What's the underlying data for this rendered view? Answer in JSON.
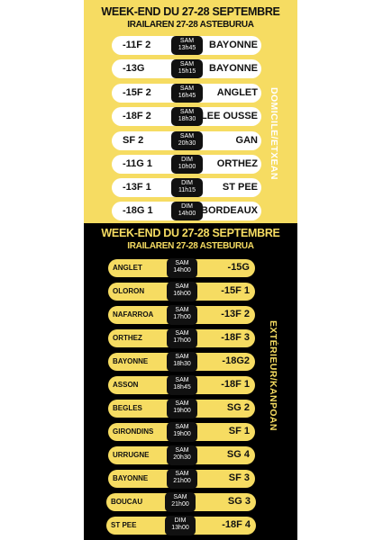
{
  "home": {
    "title_line1": "WEEK-END DU 27-28 SEPTEMBRE",
    "title_line2": "IRAILAREN 27-28 ASTEBURUA",
    "side_label": "DOMICILE/ETXEAN",
    "matches": [
      {
        "category": "-11F 2",
        "day": "SAM",
        "time": "13h45",
        "opponent": "BAYONNE"
      },
      {
        "category": "-13G",
        "day": "SAM",
        "time": "15h15",
        "opponent": "BAYONNE"
      },
      {
        "category": "-15F 2",
        "day": "SAM",
        "time": "16h45",
        "opponent": "ANGLET"
      },
      {
        "category": "-18F 2",
        "day": "SAM",
        "time": "18h30",
        "opponent": "LEE OUSSE"
      },
      {
        "category": "SF 2",
        "day": "SAM",
        "time": "20h30",
        "opponent": "GAN"
      },
      {
        "category": "-11G 1",
        "day": "DIM",
        "time": "10h00",
        "opponent": "ORTHEZ"
      },
      {
        "category": "-13F 1",
        "day": "DIM",
        "time": "11h15",
        "opponent": "ST PEE"
      },
      {
        "category": "-18G 1",
        "day": "DIM",
        "time": "14h00",
        "opponent": "BORDEAUX"
      }
    ]
  },
  "away": {
    "title_line1": "WEEK-END DU 27-28 SEPTEMBRE",
    "title_line2": "IRAILAREN 27-28 ASTEBURUA",
    "side_label": "EXTÉRIEUR/KANPOAN",
    "matches": [
      {
        "opponent": "ANGLET",
        "day": "SAM",
        "time": "14h00",
        "category": "-15G"
      },
      {
        "opponent": "OLORON",
        "day": "SAM",
        "time": "16h00",
        "category": "-15F 1"
      },
      {
        "opponent": "NAFARROA",
        "day": "SAM",
        "time": "17h00",
        "category": "-13F 2"
      },
      {
        "opponent": "ORTHEZ",
        "day": "SAM",
        "time": "17h00",
        "category": "-18F 3"
      },
      {
        "opponent": "BAYONNE",
        "day": "SAM",
        "time": "18h30",
        "category": "-18G2"
      },
      {
        "opponent": "ASSON",
        "day": "SAM",
        "time": "18h45",
        "category": "-18F 1"
      },
      {
        "opponent": "BEGLES",
        "day": "SAM",
        "time": "19h00",
        "category": "SG 2"
      },
      {
        "opponent": "GIRONDINS",
        "day": "SAM",
        "time": "19h00",
        "category": "SF 1"
      },
      {
        "opponent": "URRUGNE",
        "day": "SAM",
        "time": "20h30",
        "category": "SG 4"
      },
      {
        "opponent": "BAYONNE",
        "day": "SAM",
        "time": "21h00",
        "category": "SF 3"
      },
      {
        "opponent": "BOUCAU",
        "day": "SAM",
        "time": "21h00",
        "category": "SG 3"
      },
      {
        "opponent": "ST PEE",
        "day": "DIM",
        "time": "13h00",
        "category": "-18F 4"
      }
    ]
  },
  "colors": {
    "accent_yellow": "#f6dc62",
    "black": "#000000",
    "white": "#ffffff"
  }
}
